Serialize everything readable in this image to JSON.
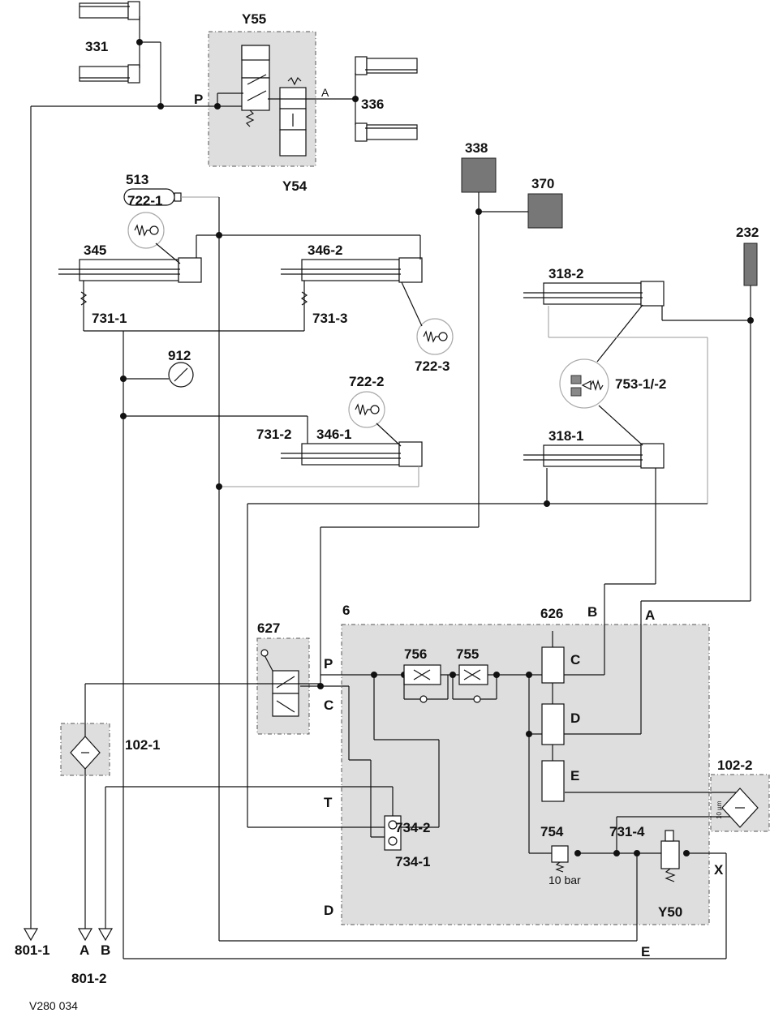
{
  "labels": {
    "l331": "331",
    "lY55": "Y55",
    "lY54": "Y54",
    "lP_top": "P",
    "lA_top": "A",
    "l336": "336",
    "l338": "338",
    "l370": "370",
    "l513": "513",
    "l722_1": "722-1",
    "l232": "232",
    "l345": "345",
    "l346_2": "346-2",
    "l318_2": "318-2",
    "l731_1": "731-1",
    "l731_3": "731-3",
    "l722_3": "722-3",
    "l753": "753-1/-2",
    "l912": "912",
    "l722_2": "722-2",
    "l731_2": "731-2",
    "l346_1": "346-1",
    "l318_1": "318-1",
    "l6": "6",
    "l626": "626",
    "lB_block": "B",
    "lA_block": "A",
    "l627": "627",
    "lP_mid": "P",
    "l756": "756",
    "l755": "755",
    "lC_627": "C",
    "lC_626": "C",
    "lD_626": "D",
    "lE_626": "E",
    "l102_1": "102-1",
    "l102_2": "102-2",
    "lT": "T",
    "l734_2": "734-2",
    "l734_1": "734-1",
    "l731_4": "731-4",
    "l754": "754",
    "l10bar": "10 bar",
    "lX": "X",
    "lD_bottom": "D",
    "lY50": "Y50",
    "lE_bottom": "E",
    "l10um": "10 µm",
    "l801_1": "801-1",
    "lA_port": "A",
    "lB_port": "B",
    "l801_2": "801-2",
    "lref": "V280 034"
  }
}
